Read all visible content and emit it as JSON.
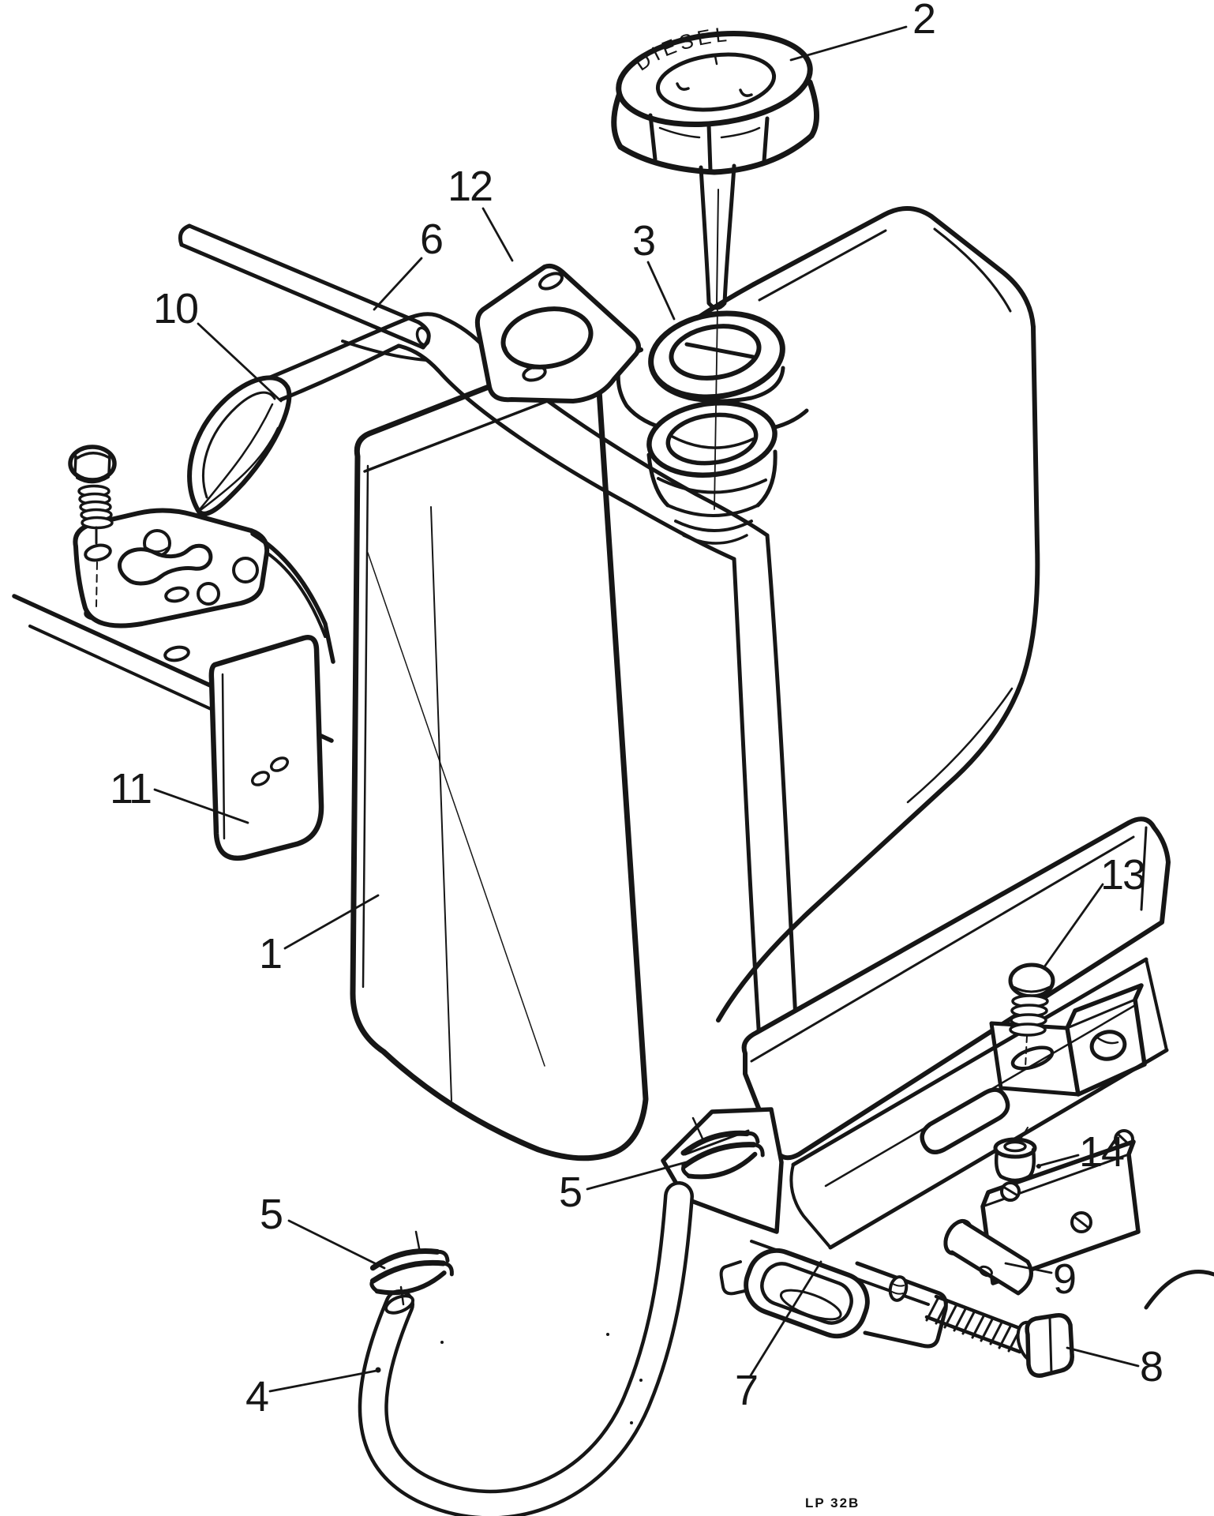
{
  "figure": {
    "code": "LP 32B",
    "cap_text": "DIESEL"
  },
  "callouts": [
    "1",
    "2",
    "3",
    "4",
    "5",
    "5",
    "6",
    "7",
    "8",
    "9",
    "10",
    "11",
    "12",
    "13",
    "14"
  ]
}
